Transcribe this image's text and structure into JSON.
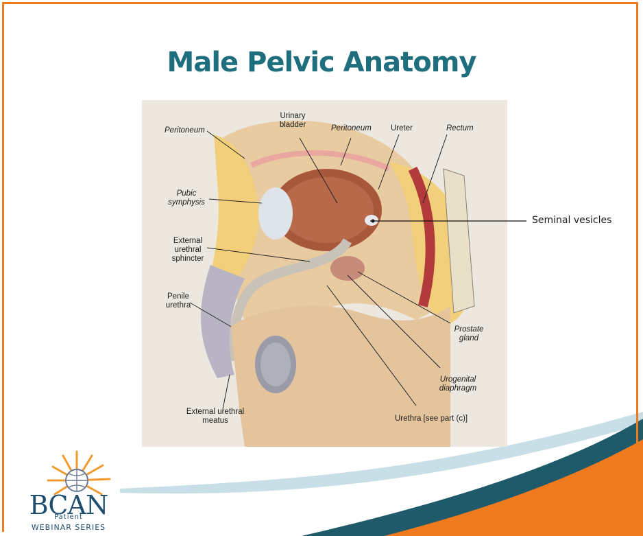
{
  "slide": {
    "title": "Male Pelvic Anatomy",
    "colors": {
      "border": "#f07a1e",
      "title": "#1e6e7e",
      "swoosh_dark": "#1e5a6a",
      "swoosh_orange": "#f07a1e",
      "swoosh_light": "#c9dfe7"
    }
  },
  "figure": {
    "labels": {
      "peritoneum_left": "Peritoneum",
      "urinary_bladder": "Urinary\nbladder",
      "peritoneum_top": "Peritoneum",
      "ureter": "Ureter",
      "rectum": "Rectum",
      "pubic_symphysis": "Pubic\nsymphysis",
      "external_urethral_sphincter": "External\nurethral\nsphincter",
      "penile_urethra": "Penile\nurethra",
      "prostate_gland": "Prostate\ngland",
      "urogenital_diaphragm": "Urogenital\ndiaphragm",
      "external_urethral_meatus": "External urethral\nmeatus",
      "urethra": "Urethra [see part (c)]"
    },
    "callout": "Seminal vesicles"
  },
  "logo": {
    "name": "BCAN",
    "line1": "Patient",
    "line2": "WEBINAR SERIES",
    "icon": "globe-sunburst-icon"
  }
}
